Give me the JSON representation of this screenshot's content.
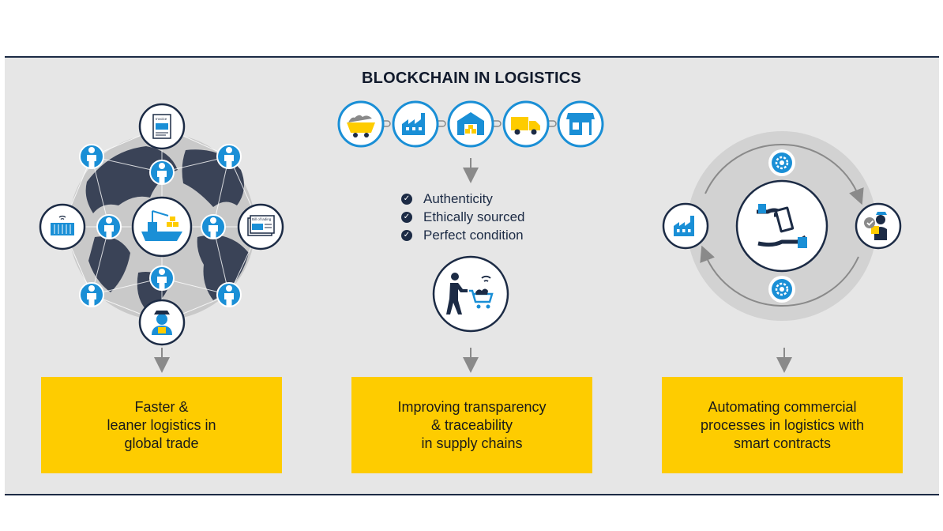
{
  "title": "BLOCKCHAIN IN LOGISTICS",
  "checklist": [
    "Authenticity",
    "Ethically sourced",
    "Perfect condition"
  ],
  "boxes": [
    {
      "lines": [
        "Faster &",
        "leaner logistics in",
        "global trade"
      ]
    },
    {
      "lines": [
        "Improving transparency",
        "& traceability",
        "in supply chains"
      ]
    },
    {
      "lines": [
        "Automating commercial",
        "processes in logistics with",
        "smart contracts"
      ]
    }
  ],
  "globe_icons": {
    "top_document": "invoice-icon",
    "left": "container-icon",
    "center": "cargo-ship-icon",
    "right": "bill-of-lading-icon",
    "bottom": "customs-officer-icon",
    "nodes": "person-icon"
  },
  "document_labels": {
    "invoice": "Invoice",
    "bill_of_lading": "Bill of lading"
  },
  "chain_icons": [
    "mine-cart-icon",
    "factory-icon",
    "warehouse-icon",
    "truck-icon",
    "store-icon"
  ],
  "cycle_icons": {
    "left": "factory-icon",
    "center": "payment-handover-icon",
    "right": "courier-icon",
    "gears": "gear-icon"
  },
  "colors": {
    "yellow": "#fecc00",
    "blue": "#1a8fd6",
    "navy": "#1c2b45",
    "panel": "#e6e6e6"
  }
}
